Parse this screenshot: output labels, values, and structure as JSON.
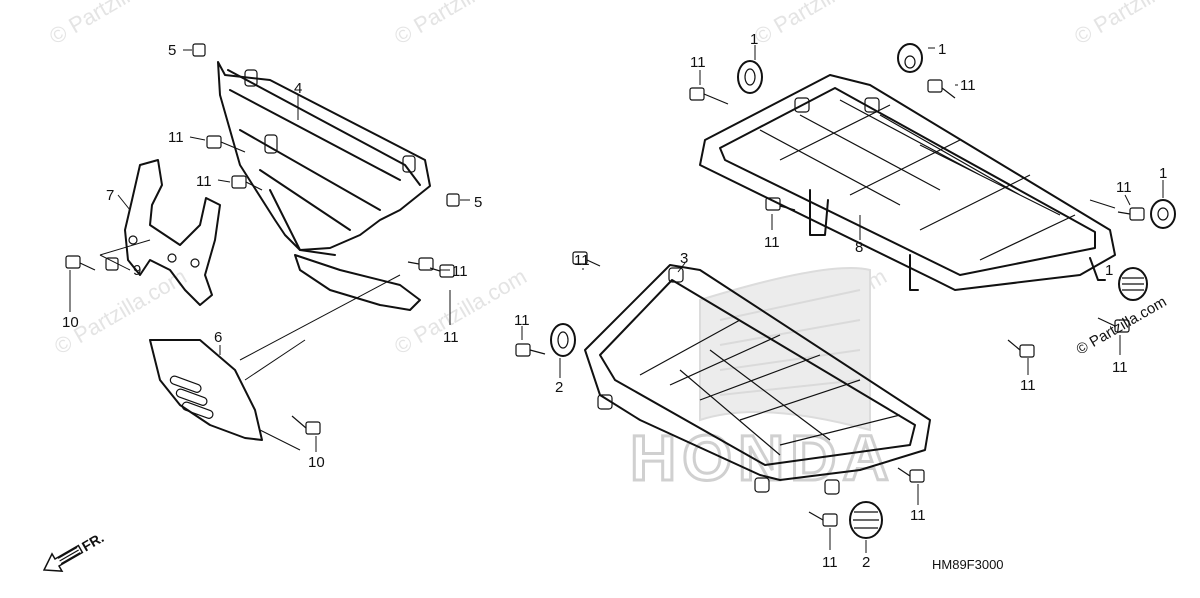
{
  "diagram_code": "HM89F3000",
  "direction_label": "FR.",
  "watermark": "© Partzilla.com",
  "brand_logo_text": "HONDA",
  "callouts": {
    "c1a": "1",
    "c1b": "1",
    "c1c": "1",
    "c1d": "1",
    "c2a": "2",
    "c2b": "2",
    "c3": "3",
    "c4": "4",
    "c5a": "5",
    "c5b": "5",
    "c6": "6",
    "c7": "7",
    "c8": "8",
    "c9": "9",
    "c10a": "10",
    "c10b": "10",
    "c11a": "11",
    "c11b": "11",
    "c11c": "11",
    "c11d": "11",
    "c11e": "11",
    "c11f": "11",
    "c11g": "11",
    "c11h": "11",
    "c11i": "11",
    "c11j": "11",
    "c11k": "11",
    "c11l": "11",
    "c11m": "11",
    "c11n": "11"
  }
}
